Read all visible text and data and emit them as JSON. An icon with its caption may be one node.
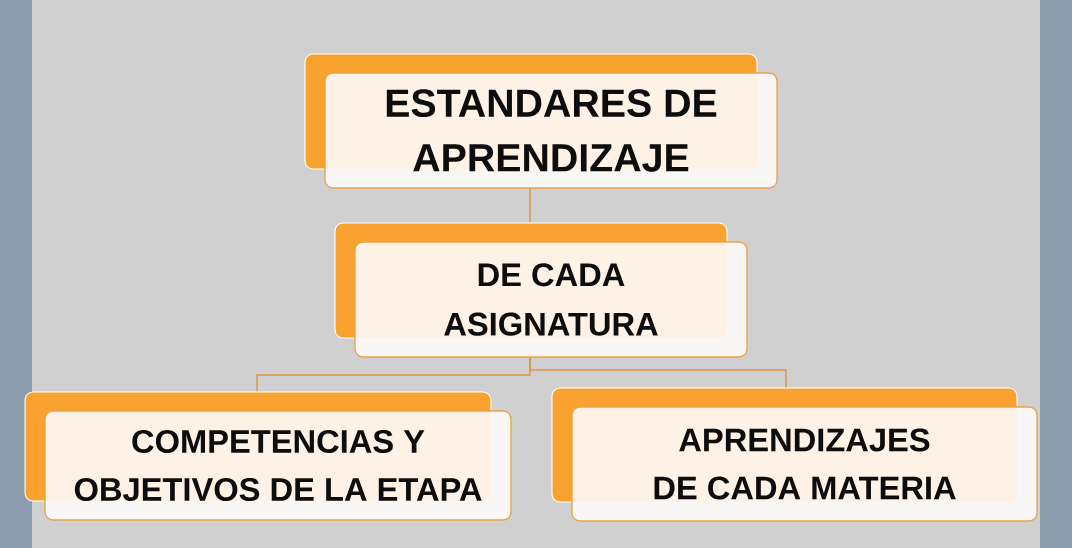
{
  "diagram": {
    "nodes": [
      {
        "text": [
          "ESTANDARES DE APRENDIZAJE"
        ]
      },
      {
        "text": [
          "DE CADA ASIGNATURA"
        ]
      },
      {
        "text": [
          "COMPETENCIAS Y OBJETIVOS DE LA ETAPA"
        ]
      },
      {
        "text": [
          "APRENDIZAJES DE CADA MATERIA"
        ]
      }
    ],
    "edges": [
      {
        "from": 0,
        "to": 1,
        "arrow": "none"
      },
      {
        "from": 1,
        "to": 2,
        "arrow": "none"
      },
      {
        "from": 1,
        "to": 3,
        "arrow": "none"
      }
    ]
  }
}
